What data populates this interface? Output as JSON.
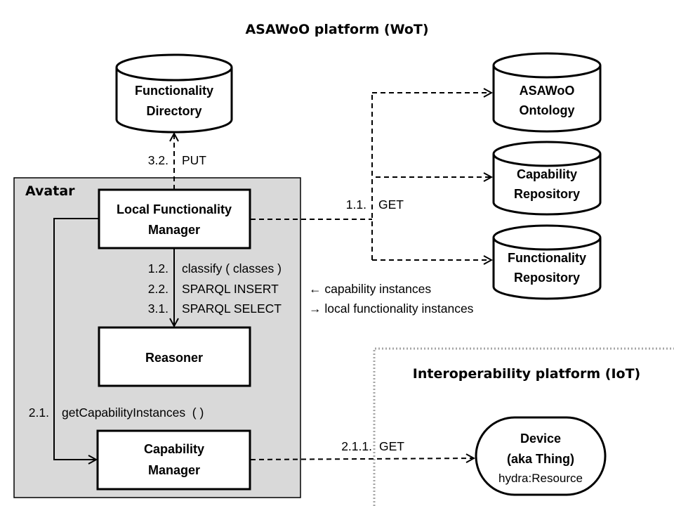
{
  "titles": {
    "wot_platform": "ASAWoO platform (WoT)",
    "iot_platform": "Interoperability platform (IoT)",
    "avatar": "Avatar"
  },
  "databases": {
    "functionality_directory": {
      "line1": "Functionality",
      "line2": "Directory"
    },
    "asawoo_ontology": {
      "line1": "ASAWoO",
      "line2": "Ontology"
    },
    "capability_repository": {
      "line1": "Capability",
      "line2": "Repository"
    },
    "functionality_repository": {
      "line1": "Functionality",
      "line2": "Repository"
    }
  },
  "components": {
    "local_functionality_manager": {
      "line1": "Local Functionality",
      "line2": "Manager"
    },
    "reasoner": {
      "line1": "Reasoner"
    },
    "capability_manager": {
      "line1": "Capability",
      "line2": "Manager"
    },
    "device": {
      "line1": "Device",
      "line2": "(aka Thing)",
      "line3": "hydra:Resource"
    }
  },
  "interactions": {
    "put": {
      "step": "3.2.",
      "label": "PUT"
    },
    "get_repos": {
      "step": "1.1.",
      "label": "GET"
    },
    "classify": {
      "step": "1.2.",
      "label": "classify ( classes )"
    },
    "sparql_insert": {
      "step": "2.2.",
      "label": "SPARQL INSERT",
      "note": "← capability instances"
    },
    "sparql_select": {
      "step": "3.1.",
      "label": "SPARQL SELECT",
      "note": "→ local functionality instances"
    },
    "get_capability_instances": {
      "step": "2.1.",
      "label": "getCapabilityInstances  ( )"
    },
    "get_device": {
      "step": "2.1.1.",
      "label": "GET"
    }
  }
}
